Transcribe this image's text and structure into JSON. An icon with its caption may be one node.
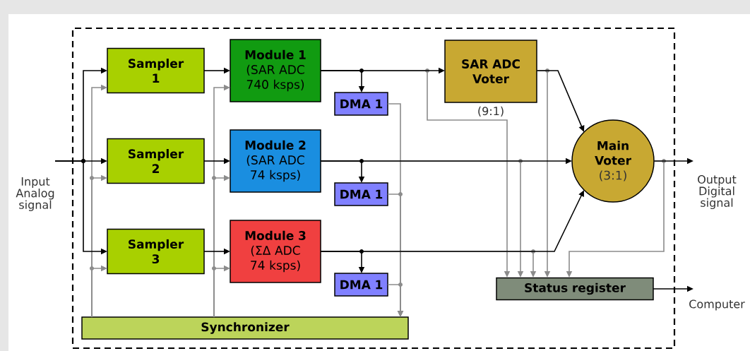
{
  "diagram": {
    "nodes": [
      {
        "text": [],
        "shape": "box"
      },
      {
        "text": [
          "Input Analog signal"
        ]
      },
      {
        "text": [
          "Sampler 1"
        ],
        "in": 0
      },
      {
        "text": [
          "Sampler 2"
        ],
        "in": 0
      },
      {
        "text": [
          "Sampler 3"
        ],
        "in": 0
      },
      {
        "text": [
          "Module 1",
          "(SAR ADC 740 ksps)"
        ],
        "in": 0
      },
      {
        "text": [
          "Module 2",
          "(SAR ADC 74 ksps)"
        ],
        "in": 0
      },
      {
        "text": [
          "Module 3",
          "(ΣΔ ADC 74 ksps)"
        ],
        "in": 0
      },
      {
        "text": [
          "DMA 1"
        ],
        "in": 0
      },
      {
        "text": [
          "DMA 1"
        ],
        "in": 0
      },
      {
        "text": [
          "DMA 1"
        ],
        "in": 0
      },
      {
        "text": [
          "SAR ADC Voter"
        ],
        "beside": [
          "(9:1)"
        ],
        "in": 0
      },
      {
        "text": [
          "Main Voter",
          "(3:1)"
        ],
        "in": 0
      },
      {
        "text": [
          "Status register"
        ],
        "in": 0
      },
      {
        "text": [
          "Synchronizer"
        ],
        "in": 0
      },
      {
        "text": [
          "Output Digital signal"
        ]
      },
      {
        "text": [
          "Computer"
        ]
      }
    ],
    "edges": [
      {
        "from": 1,
        "to": 2,
        "arrow": "to"
      },
      {
        "from": 1,
        "to": 3,
        "arrow": "to"
      },
      {
        "from": 1,
        "to": 4,
        "arrow": "to"
      },
      {
        "from": 14,
        "to": 2,
        "arrow": "to",
        "color": "#8c8c8c"
      },
      {
        "from": 14,
        "to": 3,
        "arrow": "to",
        "color": "#8c8c8c"
      },
      {
        "from": 14,
        "to": 4,
        "arrow": "to",
        "color": "#8c8c8c"
      },
      {
        "from": 2,
        "to": 5,
        "arrow": "to"
      },
      {
        "from": 3,
        "to": 6,
        "arrow": "to"
      },
      {
        "from": 4,
        "to": 7,
        "arrow": "to"
      },
      {
        "from": 14,
        "to": 5,
        "arrow": "to",
        "color": "#8c8c8c"
      },
      {
        "from": 14,
        "to": 6,
        "arrow": "to",
        "color": "#8c8c8c"
      },
      {
        "from": 14,
        "to": 7,
        "arrow": "to",
        "color": "#8c8c8c"
      },
      {
        "from": 5,
        "to": 8,
        "arrow": "to"
      },
      {
        "from": 6,
        "to": 9,
        "arrow": "to"
      },
      {
        "from": 7,
        "to": 10,
        "arrow": "to"
      },
      {
        "from": 8,
        "to": 14,
        "arrow": "to",
        "color": "#8c8c8c"
      },
      {
        "from": 9,
        "to": 14,
        "arrow": "to",
        "color": "#8c8c8c"
      },
      {
        "from": 10,
        "to": 14,
        "arrow": "to",
        "color": "#8c8c8c"
      },
      {
        "from": 5,
        "to": 11,
        "arrow": "to"
      },
      {
        "from": 6,
        "to": 12,
        "arrow": "to"
      },
      {
        "from": 7,
        "to": 12,
        "arrow": "to"
      },
      {
        "from": 11,
        "to": 12,
        "arrow": "to"
      },
      {
        "from": 5,
        "to": 13,
        "arrow": "to",
        "color": "#8c8c8c"
      },
      {
        "from": 6,
        "to": 13,
        "arrow": "to",
        "color": "#8c8c8c"
      },
      {
        "from": 7,
        "to": 13,
        "arrow": "to",
        "color": "#8c8c8c"
      },
      {
        "from": 11,
        "to": 13,
        "arrow": "to",
        "color": "#8c8c8c"
      },
      {
        "from": 12,
        "to": 13,
        "arrow": "to",
        "color": "#8c8c8c"
      },
      {
        "from": 12,
        "to": 15,
        "arrow": "to"
      },
      {
        "from": 13,
        "to": 16,
        "arrow": "to"
      }
    ]
  }
}
